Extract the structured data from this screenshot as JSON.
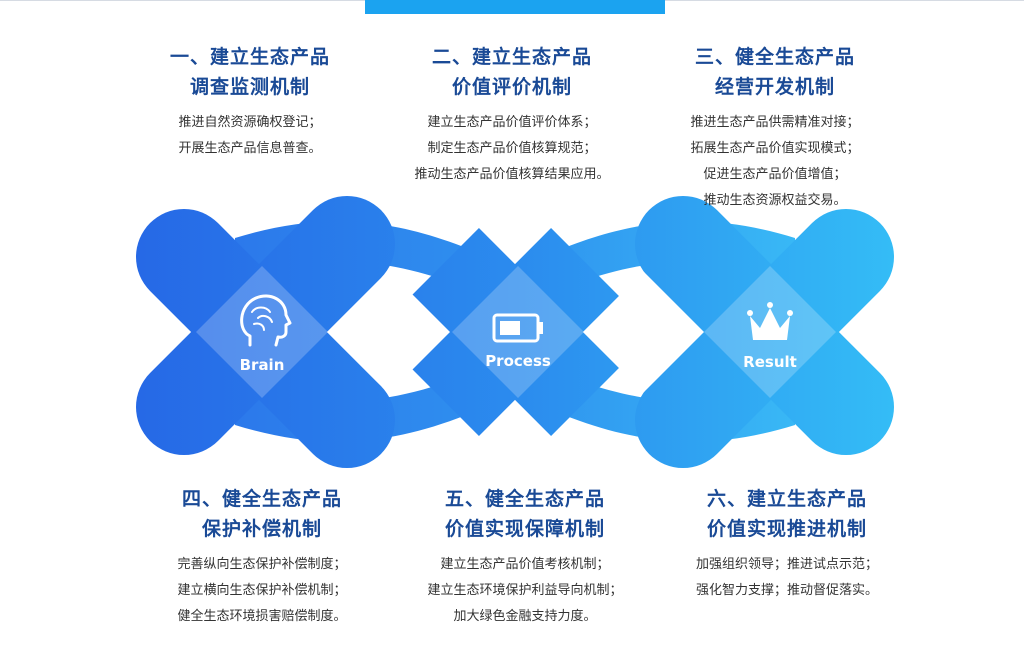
{
  "colors": {
    "accent_bar": "#1ba3f0",
    "title_text": "#1a4a96",
    "body_text": "#333333",
    "helix_dark": "#2a73ea",
    "helix_light": "#3cc3f7"
  },
  "top_blocks": [
    {
      "title_line1": "一、建立生态产品",
      "title_line2": "调查监测机制",
      "lines": [
        "推进自然资源确权登记；",
        "开展生态产品信息普查。"
      ]
    },
    {
      "title_line1": "二、建立生态产品",
      "title_line2": "价值评价机制",
      "lines": [
        "建立生态产品价值评价体系；",
        "制定生态产品价值核算规范；",
        "推动生态产品价值核算结果应用。"
      ]
    },
    {
      "title_line1": "三、健全生态产品",
      "title_line2": "经营开发机制",
      "lines": [
        "推进生态产品供需精准对接；",
        "拓展生态产品价值实现模式；",
        "促进生态产品价值增值；",
        "推动生态资源权益交易。"
      ]
    }
  ],
  "bottom_blocks": [
    {
      "title_line1": "四、健全生态产品",
      "title_line2": "保护补偿机制",
      "lines": [
        "完善纵向生态保护补偿制度；",
        "建立横向生态保护补偿机制；",
        "健全生态环境损害赔偿制度。"
      ]
    },
    {
      "title_line1": "五、健全生态产品",
      "title_line2": "价值实现保障机制",
      "lines": [
        "建立生态产品价值考核机制；",
        "建立生态环境保护利益导向机制；",
        "加大绿色金融支持力度。"
      ]
    },
    {
      "title_line1": "六、建立生态产品",
      "title_line2": "价值实现推进机制",
      "lines": [
        "加强组织领导；推进试点示范；",
        "强化智力支撑；推动督促落实。"
      ]
    }
  ],
  "nodes": [
    {
      "label": "Brain",
      "icon": "brain-head-icon"
    },
    {
      "label": "Process",
      "icon": "battery-icon"
    },
    {
      "label": "Result",
      "icon": "crown-icon"
    }
  ]
}
